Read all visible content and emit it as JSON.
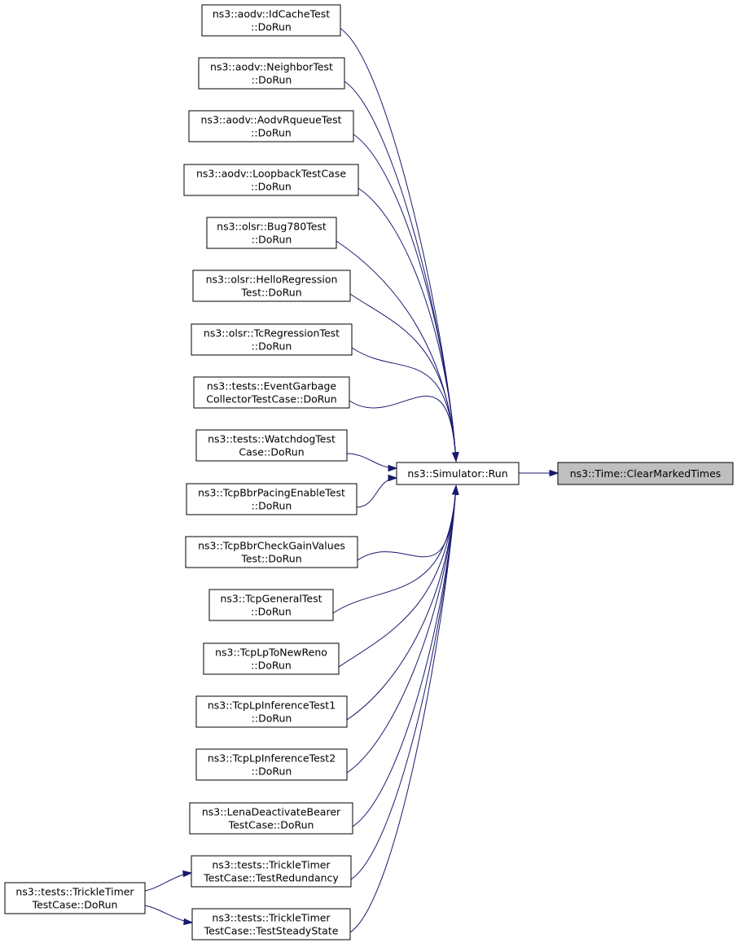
{
  "graph": {
    "target": {
      "lines": [
        "ns3::Time::ClearMarkedTimes"
      ]
    },
    "hub": {
      "lines": [
        "ns3::Simulator::Run"
      ]
    },
    "callers": [
      {
        "id": "idcache",
        "lines": [
          "ns3::aodv::IdCacheTest",
          "::DoRun"
        ]
      },
      {
        "id": "neighbor",
        "lines": [
          "ns3::aodv::NeighborTest",
          "::DoRun"
        ]
      },
      {
        "id": "rqueue",
        "lines": [
          "ns3::aodv::AodvRqueueTest",
          "::DoRun"
        ]
      },
      {
        "id": "loopback",
        "lines": [
          "ns3::aodv::LoopbackTestCase",
          "::DoRun"
        ]
      },
      {
        "id": "bug780",
        "lines": [
          "ns3::olsr::Bug780Test",
          "::DoRun"
        ]
      },
      {
        "id": "hello",
        "lines": [
          "ns3::olsr::HelloRegression",
          "Test::DoRun"
        ]
      },
      {
        "id": "tcreg",
        "lines": [
          "ns3::olsr::TcRegressionTest",
          "::DoRun"
        ]
      },
      {
        "id": "eventgc",
        "lines": [
          "ns3::tests::EventGarbage",
          "CollectorTestCase::DoRun"
        ]
      },
      {
        "id": "watchdog",
        "lines": [
          "ns3::tests::WatchdogTest",
          "Case::DoRun"
        ]
      },
      {
        "id": "bbrpacing",
        "lines": [
          "ns3::TcpBbrPacingEnableTest",
          "::DoRun"
        ]
      },
      {
        "id": "bbrgain",
        "lines": [
          "ns3::TcpBbrCheckGainValues",
          "Test::DoRun"
        ]
      },
      {
        "id": "tcpgeneral",
        "lines": [
          "ns3::TcpGeneralTest",
          "::DoRun"
        ]
      },
      {
        "id": "lpnewreno",
        "lines": [
          "ns3::TcpLpToNewReno",
          "::DoRun"
        ]
      },
      {
        "id": "lpinf1",
        "lines": [
          "ns3::TcpLpInferenceTest1",
          "::DoRun"
        ]
      },
      {
        "id": "lpinf2",
        "lines": [
          "ns3::TcpLpInferenceTest2",
          "::DoRun"
        ]
      },
      {
        "id": "lena",
        "lines": [
          "ns3::LenaDeactivateBearer",
          "TestCase::DoRun"
        ]
      },
      {
        "id": "trickleredund",
        "lines": [
          "ns3::tests::TrickleTimer",
          "TestCase::TestRedundancy"
        ]
      },
      {
        "id": "tricklesteady",
        "lines": [
          "ns3::tests::TrickleTimer",
          "TestCase::TestSteadyState"
        ]
      }
    ],
    "root_caller": {
      "id": "trickledorun",
      "lines": [
        "ns3::tests::TrickleTimer",
        "TestCase::DoRun"
      ]
    }
  }
}
